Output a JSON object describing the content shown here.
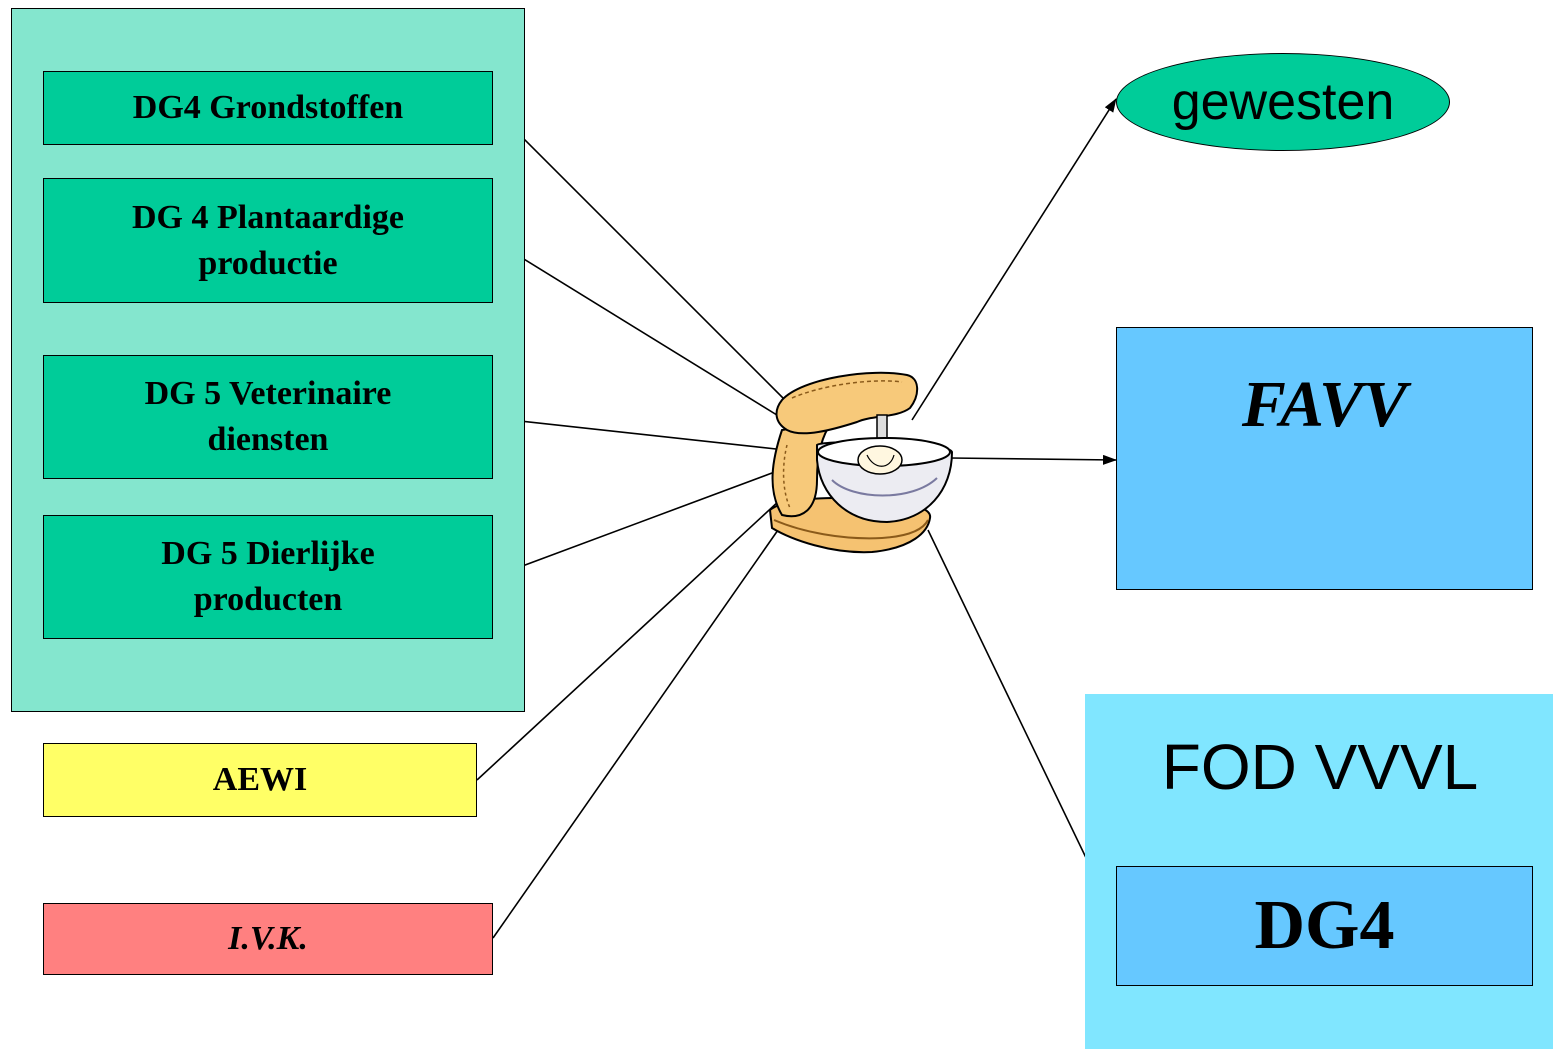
{
  "sources": {
    "dg4_grondstoffen": "DG4 Grondstoffen",
    "dg4_plantaardig": "DG 4 Plantaardige productie",
    "dg5_veterinair": "DG 5 Veterinaire diensten",
    "dg5_dierlijk": "DG 5 Dierlijke producten",
    "aewi": "AEWI",
    "ivk": "I.V.K."
  },
  "targets": {
    "gewesten": "gewesten",
    "favv": "FAVV",
    "fod_title": "FOD VVVL",
    "dg4": "DG4"
  },
  "mixer": {
    "icon": "food-mixer-icon"
  },
  "colors": {
    "group_panel": "#84e6ce",
    "source_box": "#00cc99",
    "aewi": "#ffff66",
    "ivk": "#ff8080",
    "gewesten": "#00cc99",
    "favv": "#66c8ff",
    "fod_panel": "#80e6ff",
    "dg4": "#66c8ff"
  }
}
